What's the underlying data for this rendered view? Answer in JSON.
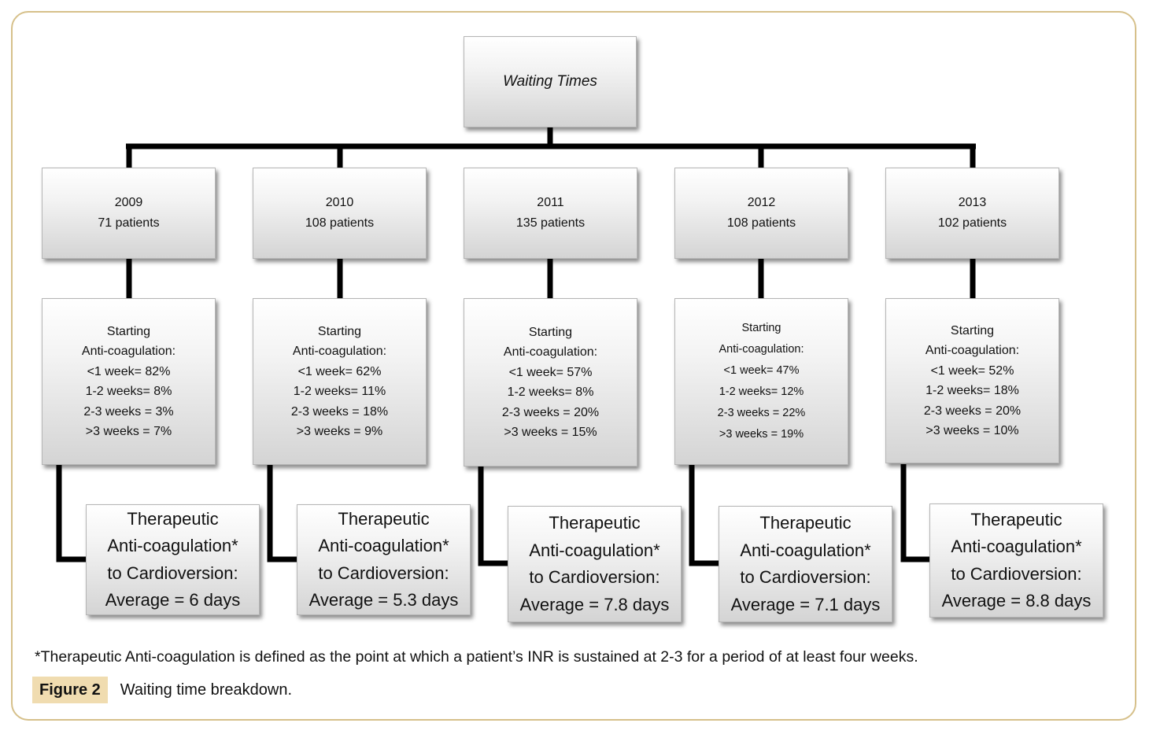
{
  "root": {
    "label": "Waiting Times"
  },
  "columns": [
    {
      "year": "2009",
      "patients": "71 patients",
      "starting": [
        "Starting",
        "Anti-coagulation:",
        "<1 week= 82%",
        "1-2 weeks= 8%",
        "2-3 weeks = 3%",
        ">3 weeks = 7%"
      ],
      "therapeutic": [
        "Therapeutic",
        "Anti-coagulation*",
        "to Cardioversion:",
        "Average = 6 days"
      ]
    },
    {
      "year": "2010",
      "patients": "108 patients",
      "starting": [
        "Starting",
        "Anti-coagulation:",
        "<1 week= 62%",
        "1-2 weeks= 11%",
        "2-3 weeks = 18%",
        ">3 weeks = 9%"
      ],
      "therapeutic": [
        "Therapeutic",
        "Anti-coagulation*",
        "to Cardioversion:",
        "Average = 5.3 days"
      ]
    },
    {
      "year": "2011",
      "patients": "135 patients",
      "starting": [
        "Starting",
        "Anti-coagulation:",
        "<1 week= 57%",
        "1-2 weeks= 8%",
        "2-3 weeks = 20%",
        ">3 weeks = 15%"
      ],
      "therapeutic": [
        "Therapeutic",
        "Anti-coagulation*",
        "to Cardioversion:",
        "Average = 7.8 days"
      ]
    },
    {
      "year": "2012",
      "patients": "108 patients",
      "starting": [
        "Starting",
        "Anti-coagulation:",
        "<1 week= 47%",
        "1-2 weeks= 12%",
        "2-3 weeks = 22%",
        ">3 weeks = 19%"
      ],
      "therapeutic": [
        "Therapeutic",
        "Anti-coagulation*",
        "to Cardioversion:",
        "Average = 7.1 days"
      ]
    },
    {
      "year": "2013",
      "patients": "102 patients",
      "starting": [
        "Starting",
        "Anti-coagulation:",
        "<1 week= 52%",
        "1-2 weeks= 18%",
        "2-3 weeks = 20%",
        ">3 weeks = 10%"
      ],
      "therapeutic": [
        "Therapeutic",
        "Anti-coagulation*",
        "to Cardioversion:",
        "Average = 8.8 days"
      ]
    }
  ],
  "footnote": "*Therapeutic Anti-coagulation is defined as the point at which a patient’s INR is sustained at 2-3 for a period of at least four weeks.",
  "caption": {
    "label": "Figure 2",
    "title": "Waiting time breakdown."
  },
  "colors": {
    "frame_border": "#d6c08a",
    "caption_label_bg": "#f0dcb0",
    "connector": "#000000"
  }
}
